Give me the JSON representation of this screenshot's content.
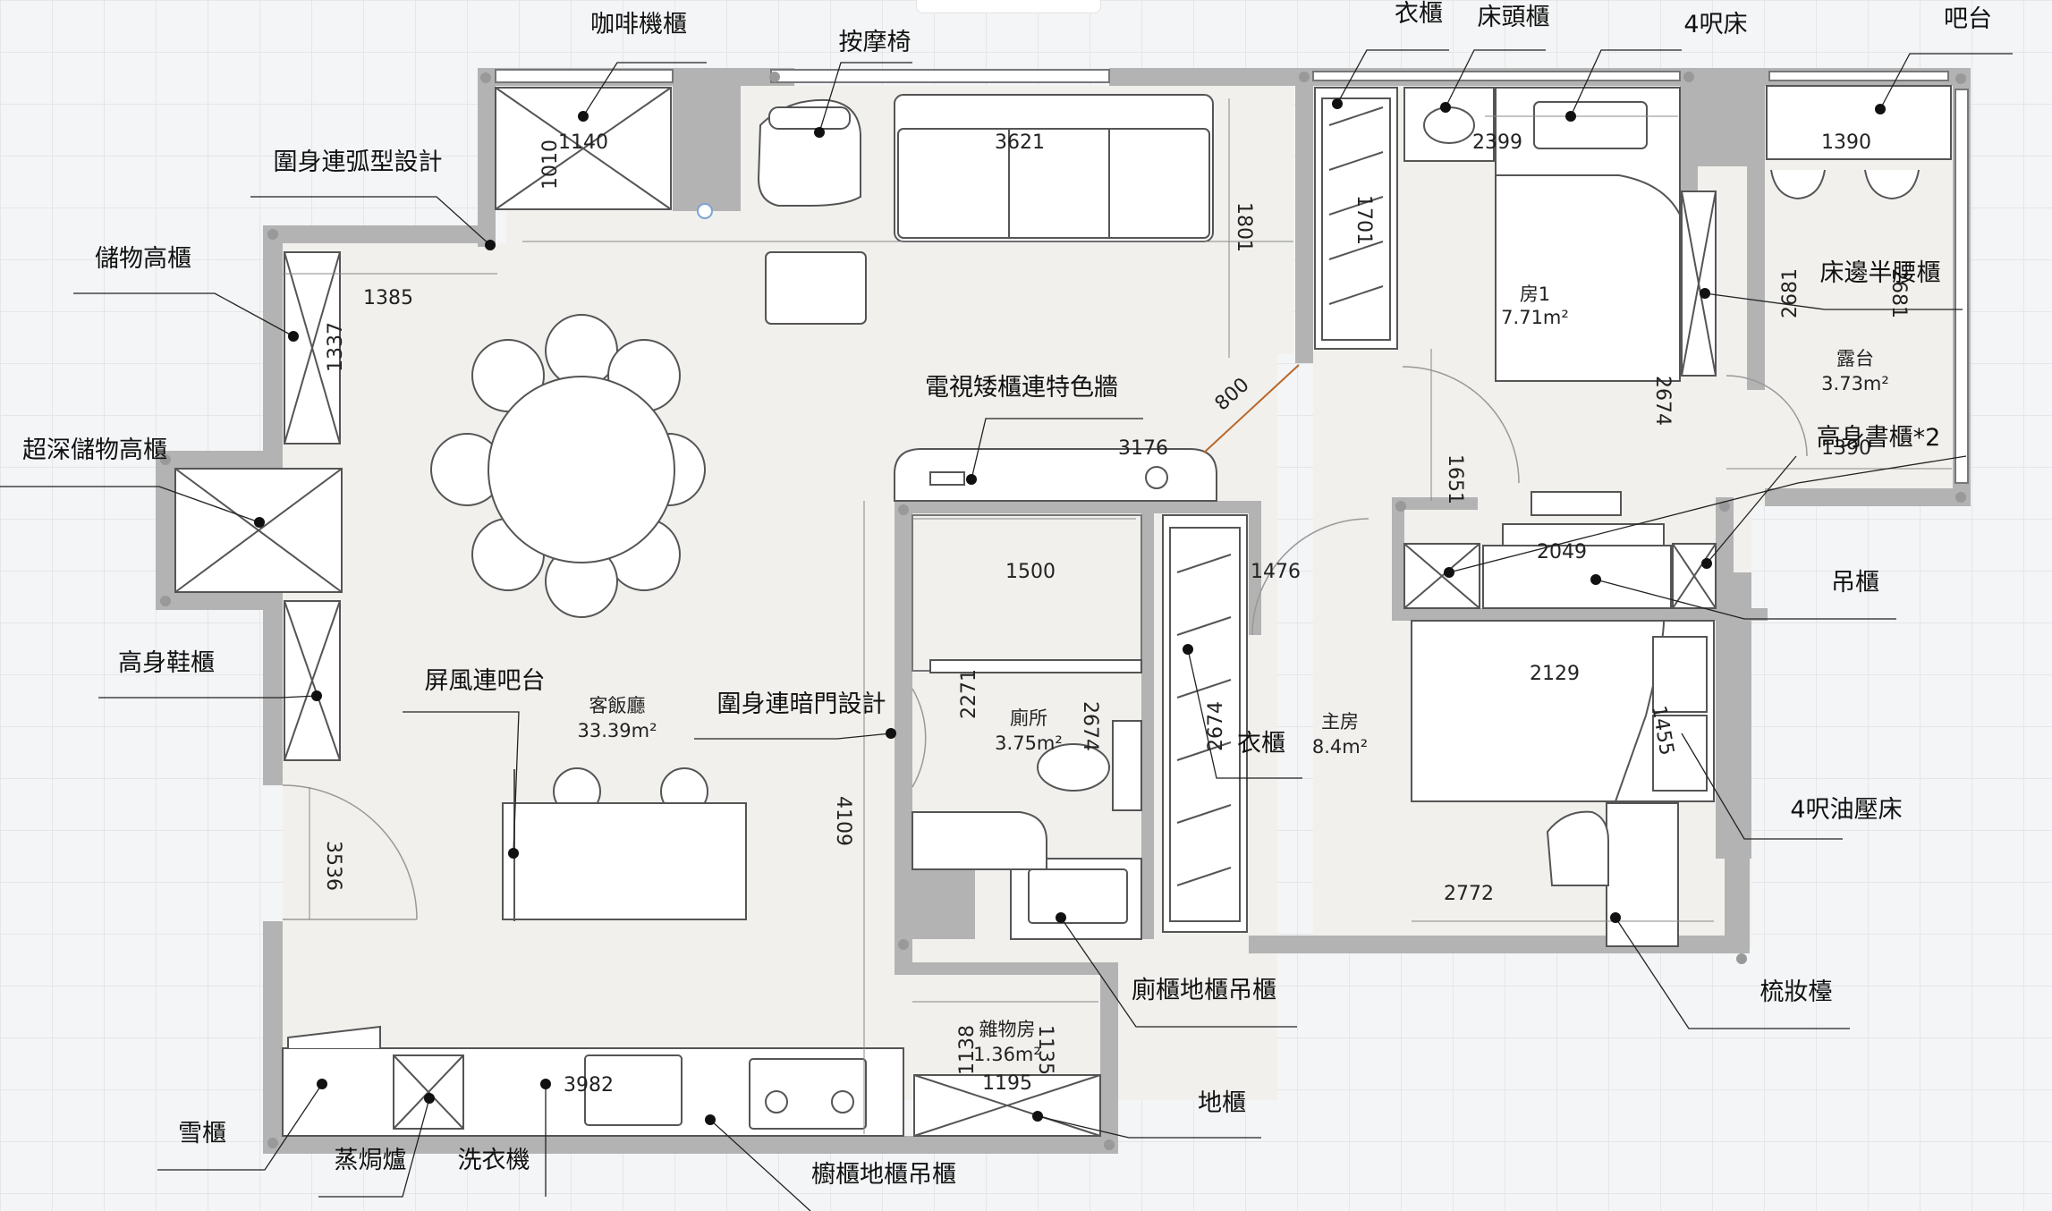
{
  "colors": {
    "wall": "#b3b3b3",
    "floor": "#f1f0ed",
    "line": "#555555",
    "leader": "#222222",
    "accent_dim": "#b8672a"
  },
  "rooms": {
    "living": {
      "name": "客飯廳",
      "area": "33.39m²"
    },
    "room1": {
      "name": "房1",
      "area": "7.71m²"
    },
    "terrace": {
      "name": "露台",
      "area": "3.73m²"
    },
    "toilet": {
      "name": "廁所",
      "area": "3.75m²"
    },
    "master": {
      "name": "主房",
      "area": "8.4m²"
    },
    "storeroom": {
      "name": "雜物房",
      "area": "1.36m²"
    }
  },
  "dimensions": {
    "coffee_w": "1140",
    "coffee_d": "1010",
    "sofa": "3621",
    "tv_wall": "1801",
    "wardrobe_room1": "1701",
    "room1_w": "2399",
    "terrace_w": "1390",
    "terrace_w2": "1390",
    "terrace_h_a": "2681",
    "terrace_h_b": "2681",
    "room1_h": "2674",
    "living_w": "1385",
    "storage_h": "1337",
    "diag": "800",
    "tv_cabinet": "3176",
    "corridor_h": "1651",
    "toilet_w": "1500",
    "master_wardrobe_w": "1476",
    "master_top": "2049",
    "master_bed": "2129",
    "toilet_h_a": "2271",
    "toilet_h_b": "2674",
    "master_wardrobe_h": "2674",
    "bed_side": "1455",
    "entrance": "3536",
    "living_h": "4109",
    "master_w": "2772",
    "kitchen": "3982",
    "store_a": "1138",
    "store_b": "1135",
    "store_w": "1195"
  },
  "labels": {
    "coffee_cabinet": "咖啡機櫃",
    "massage_chair": "按摩椅",
    "wardrobe_top": "衣櫃",
    "bedside_cabinet": "床頭櫃",
    "bed_4ft": "4呎床",
    "bar_counter": "吧台",
    "curved_design": "圍身連弧型設計",
    "storage_tall": "儲物高櫃",
    "bedside_half": "床邊半腰櫃",
    "tv_feature": "電視矮櫃連特色牆",
    "deep_storage": "超深儲物高櫃",
    "tall_bookcase": "高身書櫃*2",
    "wall_cabinet": "吊櫃",
    "shoe_cabinet": "高身鞋櫃",
    "screen_bar": "屏風連吧台",
    "hidden_door": "圍身連暗門設計",
    "wardrobe_master": "衣櫃",
    "hydraulic_bed": "4呎油壓床",
    "toilet_cabinets": "廁櫃地櫃吊櫃",
    "dressing_table": "梳妝檯",
    "floor_cabinet": "地櫃",
    "fridge": "雪櫃",
    "steam_oven": "蒸焗爐",
    "washer": "洗衣機",
    "kitchen_cabinets": "櫥櫃地櫃吊櫃"
  }
}
